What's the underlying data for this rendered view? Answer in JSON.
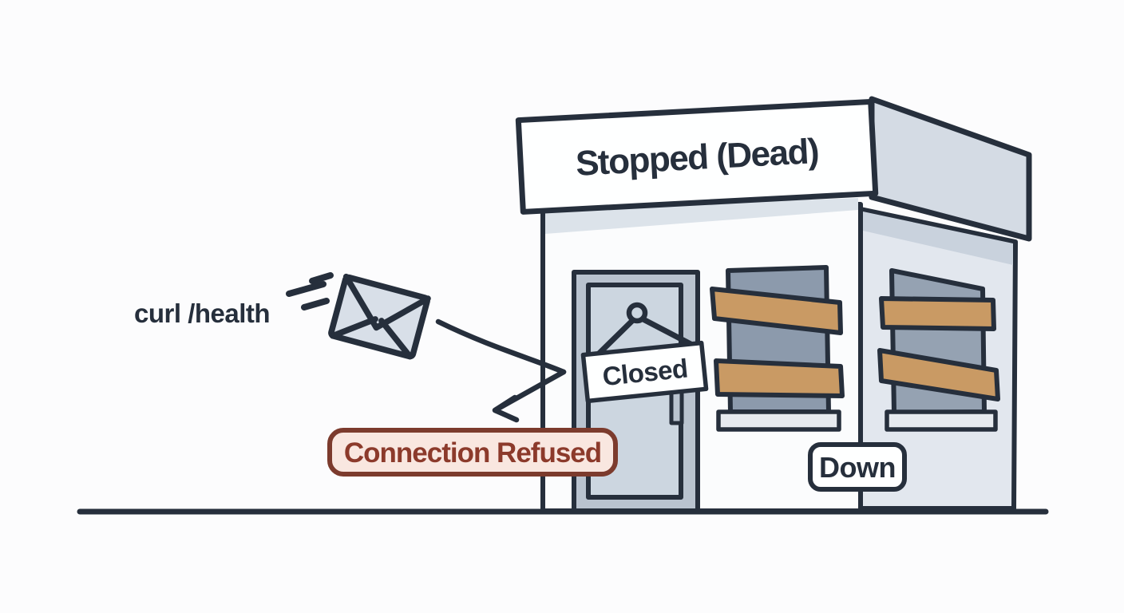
{
  "scene": {
    "description": "Illustration of a health check request refused by a dead service, drawn as a boarded-up closed shop",
    "labels": {
      "request_command": "curl /health",
      "building_sign": "Stopped (Dead)",
      "door_sign": "Closed",
      "error_badge": "Connection Refused",
      "status_badge": "Down"
    },
    "icons": {
      "request": "envelope-icon",
      "motion": "speed-lines-icon",
      "bounce": "bounce-arrow-icon"
    },
    "colors": {
      "background": "#fcfcfd",
      "ink": "#262f3c",
      "outline": "#262f3c",
      "facade": "#fbfcfd",
      "facadeShadow": "#dce3ea",
      "sideWall": "#e2e7ee",
      "wallShadow": "#c9d2dd",
      "roofSide": "#d4dbe4",
      "pane": "#8c9aac",
      "paneSide": "#95a2b2",
      "board": "#c99a64",
      "doorFrame": "#b9c3cf",
      "doorPanel": "#ccd6e0",
      "sill": "#e6eaef",
      "envelope": "#d8dfe8",
      "signBg": "#feffff",
      "errorBg": "#f9e7e0",
      "errorBorder": "#7c3b2d",
      "errorText": "#8c3a2b"
    }
  }
}
